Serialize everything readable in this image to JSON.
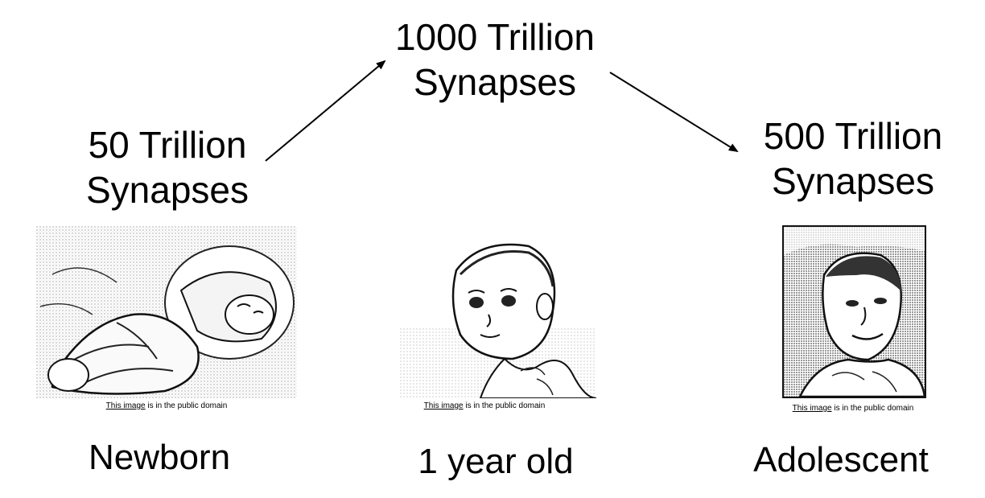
{
  "stages": {
    "newborn": {
      "count_line1": "50 Trillion",
      "count_line2": "Synapses",
      "credit_link": "This image",
      "credit_rest": " is in the public domain",
      "age": "Newborn"
    },
    "one_year": {
      "count_line1": "1000 Trillion",
      "count_line2": "Synapses",
      "credit_link": "This image",
      "credit_rest": " is in the public domain",
      "age": "1 year old"
    },
    "adolescent": {
      "count_line1": "500 Trillion",
      "count_line2": "Synapses",
      "credit_link": "This image",
      "credit_rest": " is in the public domain",
      "age": "Adolescent"
    }
  }
}
